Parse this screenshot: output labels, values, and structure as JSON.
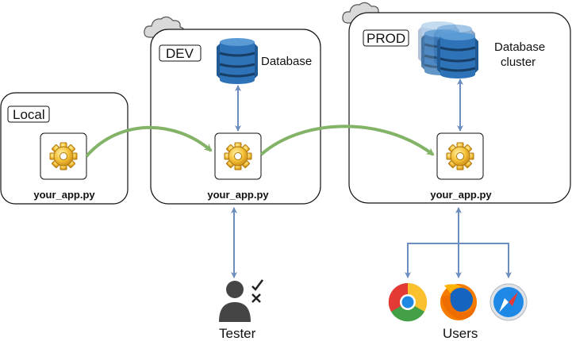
{
  "environments": [
    {
      "id": "local",
      "label": "Local",
      "app": "your_app.py"
    },
    {
      "id": "dev",
      "label": "DEV",
      "app": "your_app.py",
      "database": "Database"
    },
    {
      "id": "prod",
      "label": "PROD",
      "app": "your_app.py",
      "database_line1": "Database",
      "database_line2": "cluster"
    }
  ],
  "tester": {
    "label": "Tester"
  },
  "users": {
    "label": "Users",
    "browsers": [
      "chrome-icon",
      "firefox-icon",
      "safari-icon"
    ]
  },
  "colors": {
    "deploy_arrow": "#82b366",
    "link_arrow": "#6c8ebf",
    "db_blue": "#2e73b8"
  }
}
